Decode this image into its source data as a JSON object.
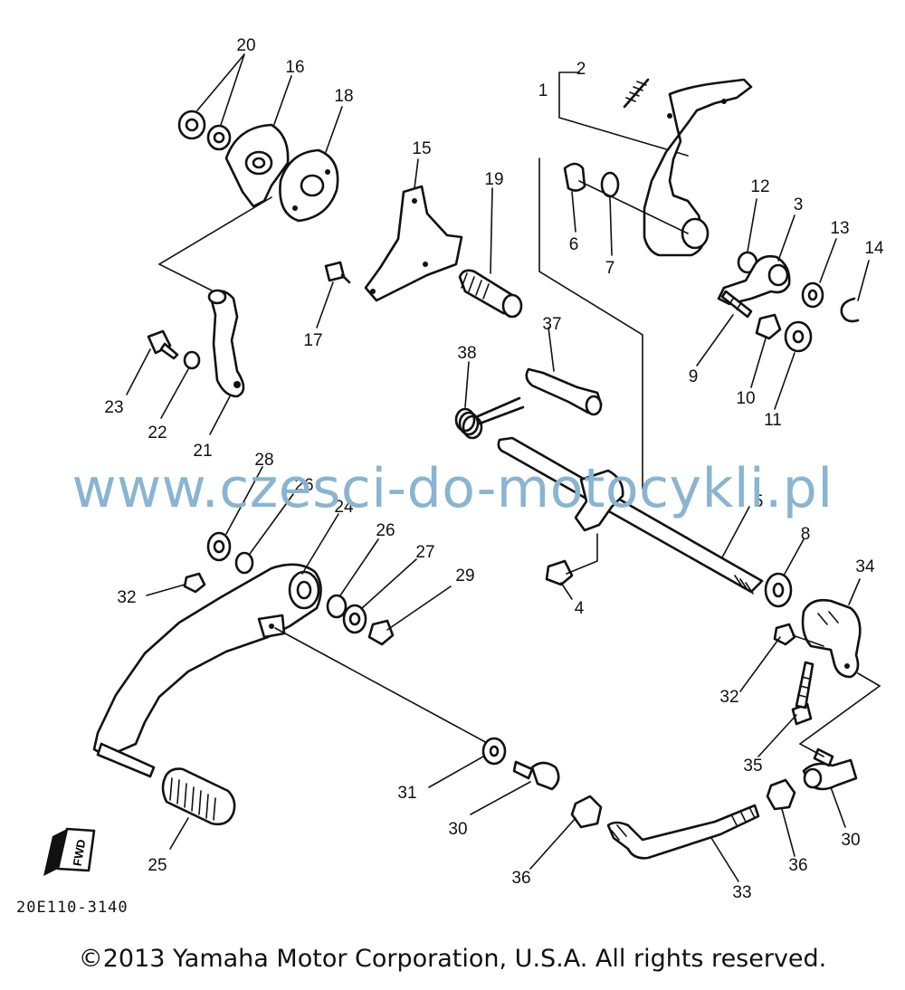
{
  "diagram": {
    "callouts": [
      {
        "id": "1",
        "label": "1"
      },
      {
        "id": "2",
        "label": "2"
      },
      {
        "id": "3",
        "label": "3"
      },
      {
        "id": "4",
        "label": "4"
      },
      {
        "id": "5",
        "label": "5"
      },
      {
        "id": "6",
        "label": "6"
      },
      {
        "id": "7",
        "label": "7"
      },
      {
        "id": "8",
        "label": "8"
      },
      {
        "id": "9",
        "label": "9"
      },
      {
        "id": "10",
        "label": "10"
      },
      {
        "id": "11",
        "label": "11"
      },
      {
        "id": "12",
        "label": "12"
      },
      {
        "id": "13",
        "label": "13"
      },
      {
        "id": "14",
        "label": "14"
      },
      {
        "id": "15",
        "label": "15"
      },
      {
        "id": "16",
        "label": "16"
      },
      {
        "id": "17",
        "label": "17"
      },
      {
        "id": "18",
        "label": "18"
      },
      {
        "id": "19",
        "label": "19"
      },
      {
        "id": "20",
        "label": "20"
      },
      {
        "id": "21",
        "label": "21"
      },
      {
        "id": "22",
        "label": "22"
      },
      {
        "id": "23",
        "label": "23"
      },
      {
        "id": "24",
        "label": "24"
      },
      {
        "id": "25",
        "label": "25"
      },
      {
        "id": "26a",
        "label": "26"
      },
      {
        "id": "26b",
        "label": "26"
      },
      {
        "id": "27",
        "label": "27"
      },
      {
        "id": "28",
        "label": "28"
      },
      {
        "id": "29",
        "label": "29"
      },
      {
        "id": "30a",
        "label": "30"
      },
      {
        "id": "30b",
        "label": "30"
      },
      {
        "id": "31",
        "label": "31"
      },
      {
        "id": "32a",
        "label": "32"
      },
      {
        "id": "32b",
        "label": "32"
      },
      {
        "id": "33",
        "label": "33"
      },
      {
        "id": "34",
        "label": "34"
      },
      {
        "id": "35",
        "label": "35"
      },
      {
        "id": "36a",
        "label": "36"
      },
      {
        "id": "36b",
        "label": "36"
      },
      {
        "id": "37",
        "label": "37"
      },
      {
        "id": "38",
        "label": "38"
      }
    ],
    "fwd_label": "FWD"
  },
  "watermark": "www.czesci-do-motocykli.pl",
  "drawing_code": "20E110-3140",
  "copyright": "©2013 Yamaha Motor Corporation, U.S.A. All rights reserved."
}
